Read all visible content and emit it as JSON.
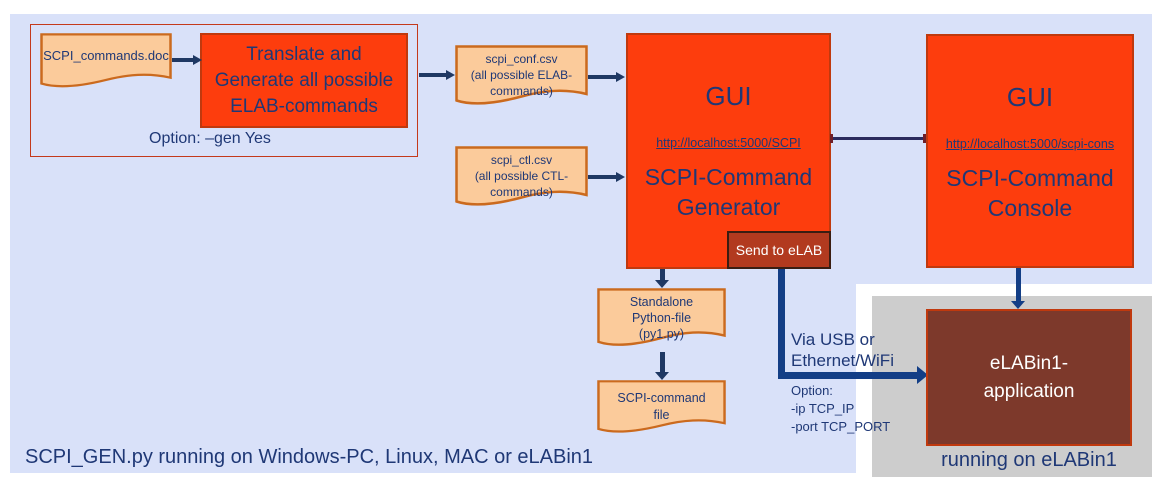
{
  "colors": {
    "panel_lavender": "#D9E1F9",
    "panel_gray": "#CDCDCD",
    "box_orange": "#FD3D0D",
    "box_orange_border": "#C0390E",
    "doc_fill": "#FBCB9B",
    "doc_border": "#CB6A1E",
    "text_navy": "#1F3876",
    "arrow_navy": "#1F3864",
    "arrow_blue": "#133E86",
    "button_fill": "#B23A1F",
    "app_brown": "#7D392B"
  },
  "generator_group": {
    "source_doc": "SCPI_commands.doc",
    "process": "Translate and\nGenerate all possible\nELAB-commands",
    "option": "Option: –gen Yes"
  },
  "files": {
    "conf_csv": "scpi_conf.csv\n(all possible ELAB-\ncommands)",
    "ctl_csv": "scpi_ctl.csv\n(all possible CTL-\ncommands)",
    "python_file": "Standalone\nPython-file\n(py1.py)",
    "command_file": "SCPI-command\nfile"
  },
  "scpi_generator": {
    "gui": "GUI",
    "url": "http://localhost:5000/SCPI",
    "title": "SCPI-Command\nGenerator",
    "send_button": "Send to eLAB"
  },
  "scpi_console": {
    "gui": "GUI",
    "url": "http://localhost:5000/scpi-cons",
    "title": "SCPI-Command\nConsole"
  },
  "connection": {
    "transport": "Via USB or\nEthernet/WiFi",
    "options": "Option:\n-ip TCP_IP\n-port TCP_PORT"
  },
  "elab": {
    "app": "eLABin1-\napplication",
    "caption": "running on eLABin1"
  },
  "footer": "SCPI_GEN.py running on Windows-PC, Linux, MAC or eLABin1"
}
